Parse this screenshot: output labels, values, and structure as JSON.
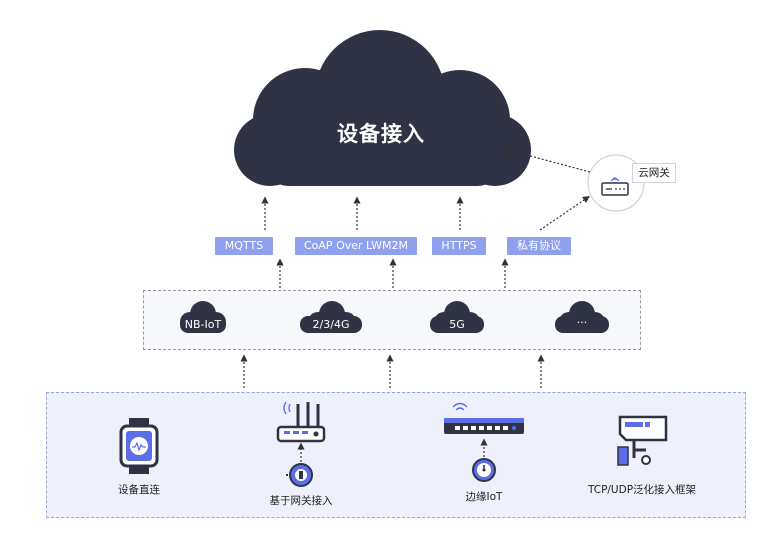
{
  "cloud": {
    "title": "设备接入"
  },
  "protocols": [
    {
      "label": "MQTTS"
    },
    {
      "label": "CoAP Over LWM2M"
    },
    {
      "label": "HTTPS"
    },
    {
      "label": "私有协议"
    }
  ],
  "cloud_gateway": {
    "label": "云网关"
  },
  "networks": [
    {
      "label": "NB-IoT"
    },
    {
      "label": "2/3/4G"
    },
    {
      "label": "5G"
    },
    {
      "label": "···"
    }
  ],
  "devices": [
    {
      "label": "设备直连",
      "icon": "smartwatch-icon"
    },
    {
      "label": "基于网关接入",
      "icon": "router-icon"
    },
    {
      "label": "边缘IoT",
      "icon": "edge-switch-icon"
    },
    {
      "label": "TCP/UDP泛化接入框架",
      "icon": "camera-icon"
    }
  ],
  "colors": {
    "cloud": "#2f3344",
    "protocol": "#8fa0ef",
    "accent": "#5b6ee8",
    "arrow": "#333333"
  }
}
